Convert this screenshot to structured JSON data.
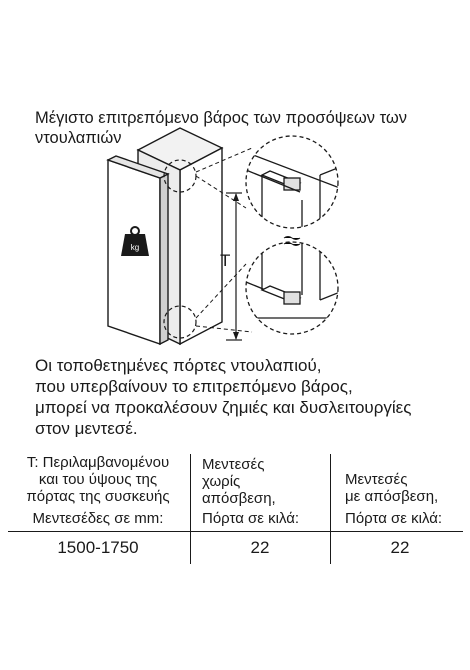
{
  "heading": "Μέγιστο επιτρεπόμενο βάρος των προσόψεων των ντουλαπιών",
  "diagram": {
    "weight_badge": "kg",
    "dimension_label": "T"
  },
  "warning_lines": [
    "Οι τοποθετημένες πόρτες ντουλαπιού,",
    "που υπερβαίνουν το επιτρεπόμενο βάρος,",
    "μπορεί να προκαλέσουν ζημιές και δυσλειτουργίες",
    "στον μεντεσέ."
  ],
  "table": {
    "col1_header_lines": [
      "T: Περιλαμβανομένου",
      "και του ύψους της",
      "πόρτας της συσκευής"
    ],
    "col1_subheader": "Μεντεσέδες σε mm:",
    "col2_header_lines": [
      "Μεντεσές",
      "χωρίς",
      "απόσβεση,",
      "Πόρτα σε κιλά:"
    ],
    "col3_header_lines": [
      "Μεντεσές",
      "με απόσβεση,",
      "Πόρτα σε κιλά:"
    ],
    "row": {
      "height_range": "1500-1750",
      "weight_without_damping": "22",
      "weight_with_damping": "22"
    }
  }
}
